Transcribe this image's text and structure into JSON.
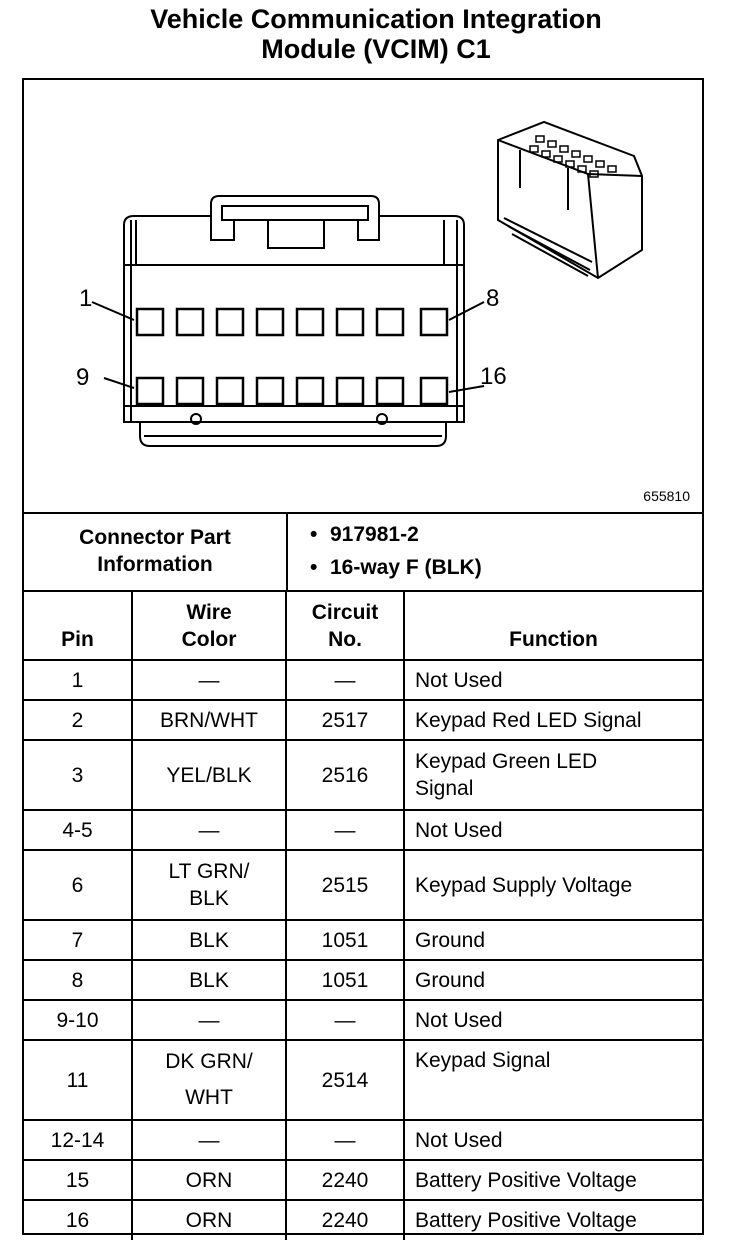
{
  "title": {
    "line1": "Vehicle Communication Integration",
    "line2": "Module (VCIM) C1"
  },
  "diagram": {
    "figure_id": "655810",
    "pin_labels": {
      "top_left": "1",
      "top_right": "8",
      "bottom_left": "9",
      "bottom_right": "16"
    }
  },
  "connector_info": {
    "label_line1": "Connector Part",
    "label_line2": "Information",
    "part_number": "917981-2",
    "description": "16-way F (BLK)"
  },
  "table": {
    "headers": {
      "pin": "Pin",
      "wire_color_1": "Wire",
      "wire_color_2": "Color",
      "circuit_1": "Circuit",
      "circuit_2": "No.",
      "function": "Function"
    },
    "rows": [
      {
        "pin": "1",
        "wire": "—",
        "circuit": "—",
        "function": "Not Used"
      },
      {
        "pin": "2",
        "wire": "BRN/WHT",
        "circuit": "2517",
        "function": "Keypad Red LED Signal"
      },
      {
        "pin": "3",
        "wire": "YEL/BLK",
        "circuit": "2516",
        "function": "Keypad Green LED Signal"
      },
      {
        "pin": "4-5",
        "wire": "—",
        "circuit": "—",
        "function": "Not Used"
      },
      {
        "pin": "6",
        "wire": "LT GRN/ BLK",
        "circuit": "2515",
        "function": "Keypad Supply Voltage"
      },
      {
        "pin": "7",
        "wire": "BLK",
        "circuit": "1051",
        "function": "Ground"
      },
      {
        "pin": "8",
        "wire": "BLK",
        "circuit": "1051",
        "function": "Ground"
      },
      {
        "pin": "9-10",
        "wire": "—",
        "circuit": "—",
        "function": "Not Used"
      },
      {
        "pin": "11",
        "wire": "DK GRN/ WHT",
        "circuit": "2514",
        "function": "Keypad Signal"
      },
      {
        "pin": "12-14",
        "wire": "—",
        "circuit": "—",
        "function": "Not Used"
      },
      {
        "pin": "15",
        "wire": "ORN",
        "circuit": "2240",
        "function": "Battery Positive Voltage"
      },
      {
        "pin": "16",
        "wire": "ORN",
        "circuit": "2240",
        "function": "Battery Positive Voltage"
      }
    ]
  }
}
